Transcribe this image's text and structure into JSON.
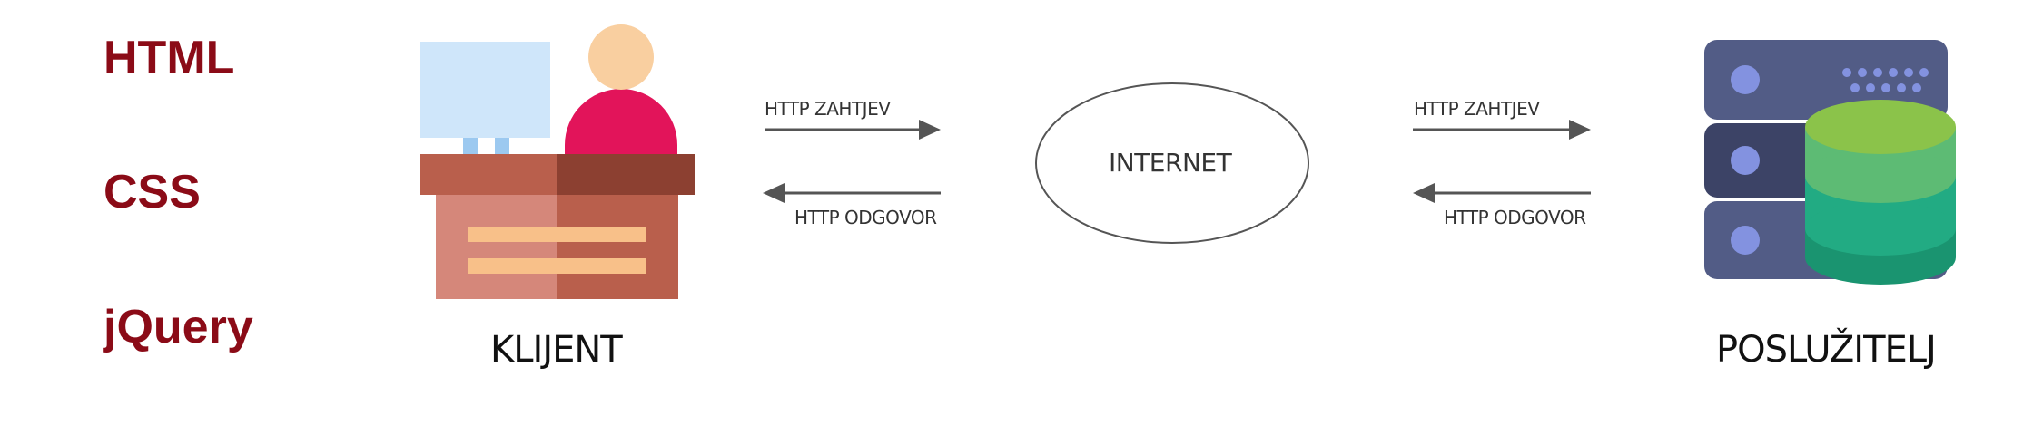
{
  "technologies": {
    "items": [
      "HTML",
      "CSS",
      "jQuery"
    ],
    "color": "#8b0b17"
  },
  "client": {
    "label": "KLIJENT",
    "icon": "client-computer-desk-icon"
  },
  "server": {
    "label": "POSLUŽITELJ",
    "icon": "server-database-icon"
  },
  "internet": {
    "label": "INTERNET"
  },
  "arrows": {
    "left_request": "HTTP ZAHTJEV",
    "left_response": "HTTP ODGOVOR",
    "right_request": "HTTP ZAHTJEV",
    "right_response": "HTTP ODGOVOR"
  },
  "colors": {
    "desk_front": "#b95f4c",
    "desk_front_light": "#d5877a",
    "desk_top": "#8c4031",
    "desk_stripe": "#f8c089",
    "monitor": "#cfe6fa",
    "monitor_stand": "#9cc9f0",
    "person_head": "#f9cfa0",
    "person_body": "#e2145a",
    "server_body": "#525c86",
    "server_body_dark": "#3c4366",
    "server_dot": "#8392e0",
    "db_top": "#8bc34a",
    "db_mid": "#5dbb74",
    "db_low": "#22ab83",
    "db_bottom": "#1a9470",
    "arrow": "#555555",
    "ellipse_stroke": "#555555"
  }
}
